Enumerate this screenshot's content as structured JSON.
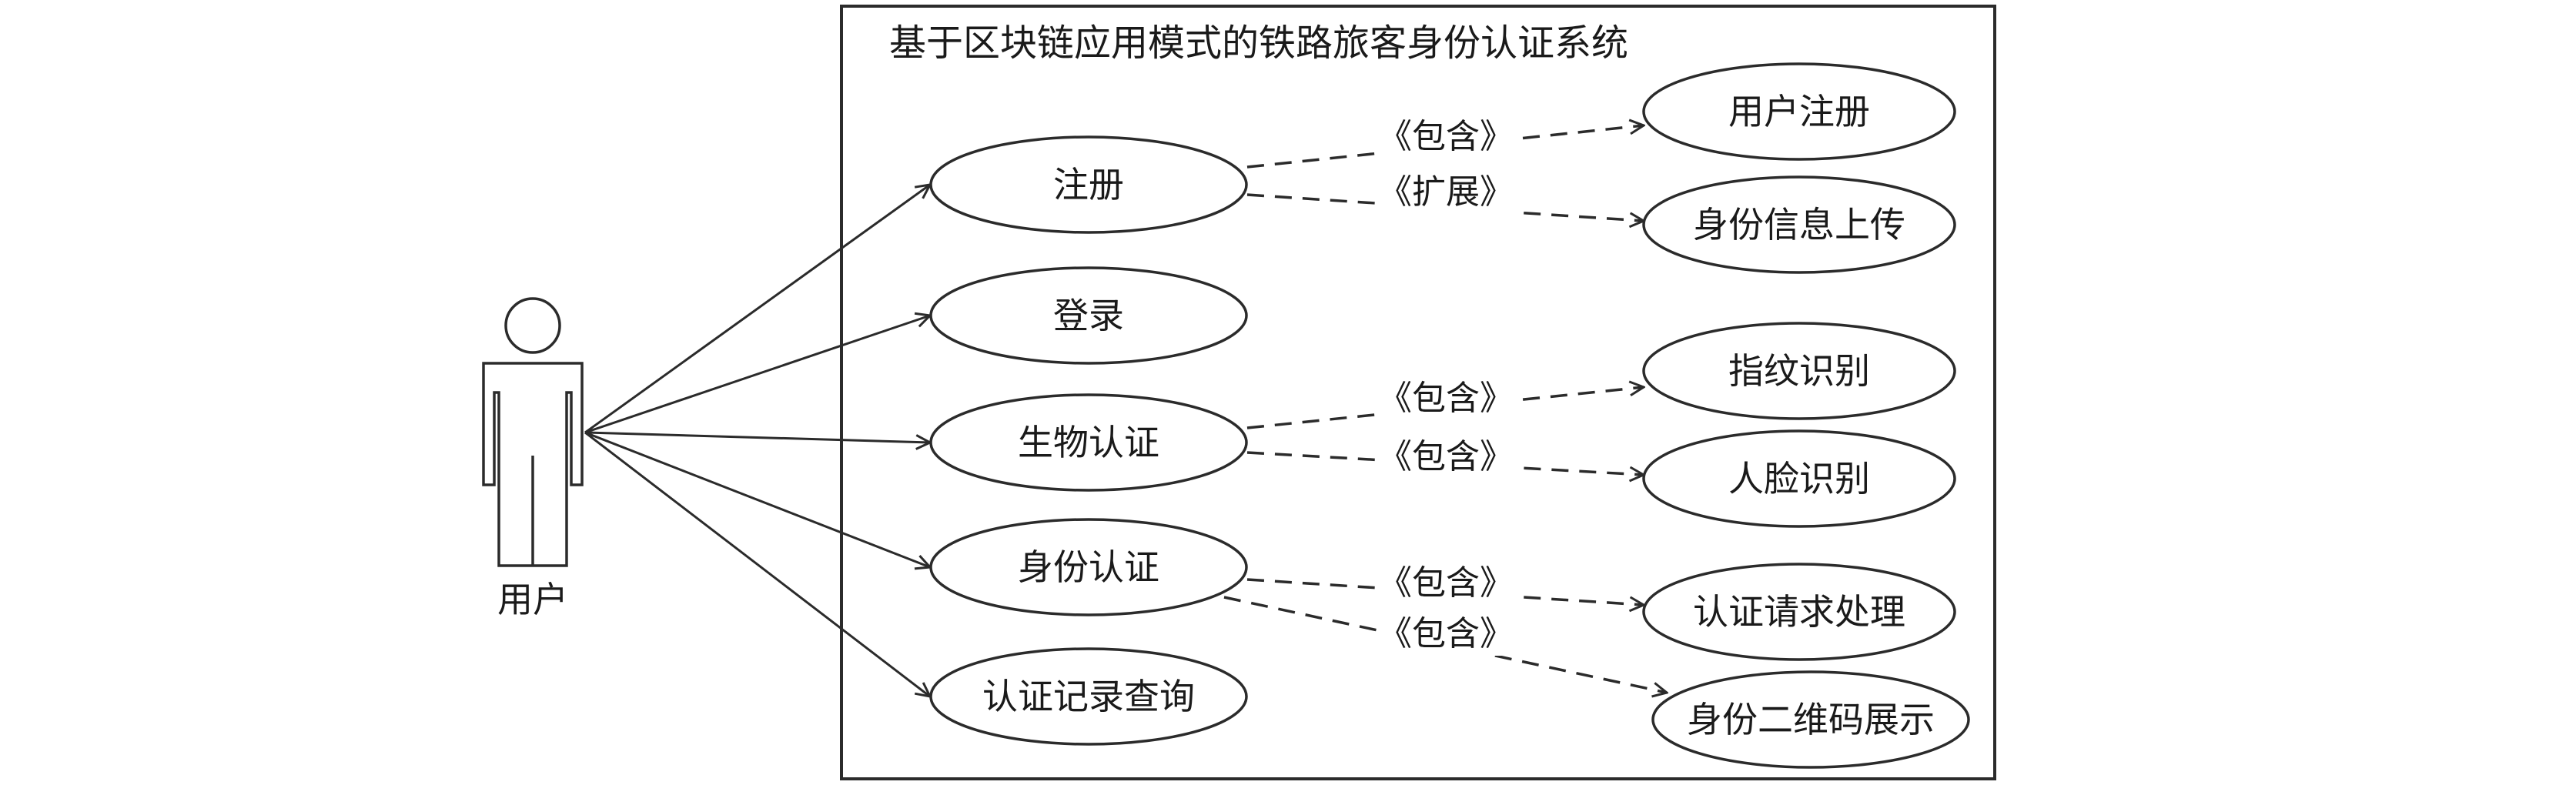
{
  "system": {
    "title": "基于区块链应用模式的铁路旅客身份认证系统"
  },
  "actor": {
    "label": "用户",
    "icon": "user-actor-icon"
  },
  "use_cases": {
    "register": "注册",
    "login": "登录",
    "bio_auth": "生物认证",
    "id_auth": "身份认证",
    "auth_record_query": "认证记录查询",
    "user_register": "用户注册",
    "id_info_upload": "身份信息上传",
    "fingerprint": "指纹识别",
    "face_recognition": "人脸识别",
    "auth_request": "认证请求处理",
    "qr_display": "身份二维码展示"
  },
  "relations": {
    "reg_include": "《包含》",
    "reg_extend": "《扩展》",
    "bio_include_1": "《包含》",
    "bio_include_2": "《包含》",
    "id_include_1": "《包含》",
    "id_include_2": "《包含》"
  },
  "colors": {
    "stroke": "#2b2b2b",
    "background": "#ffffff"
  }
}
